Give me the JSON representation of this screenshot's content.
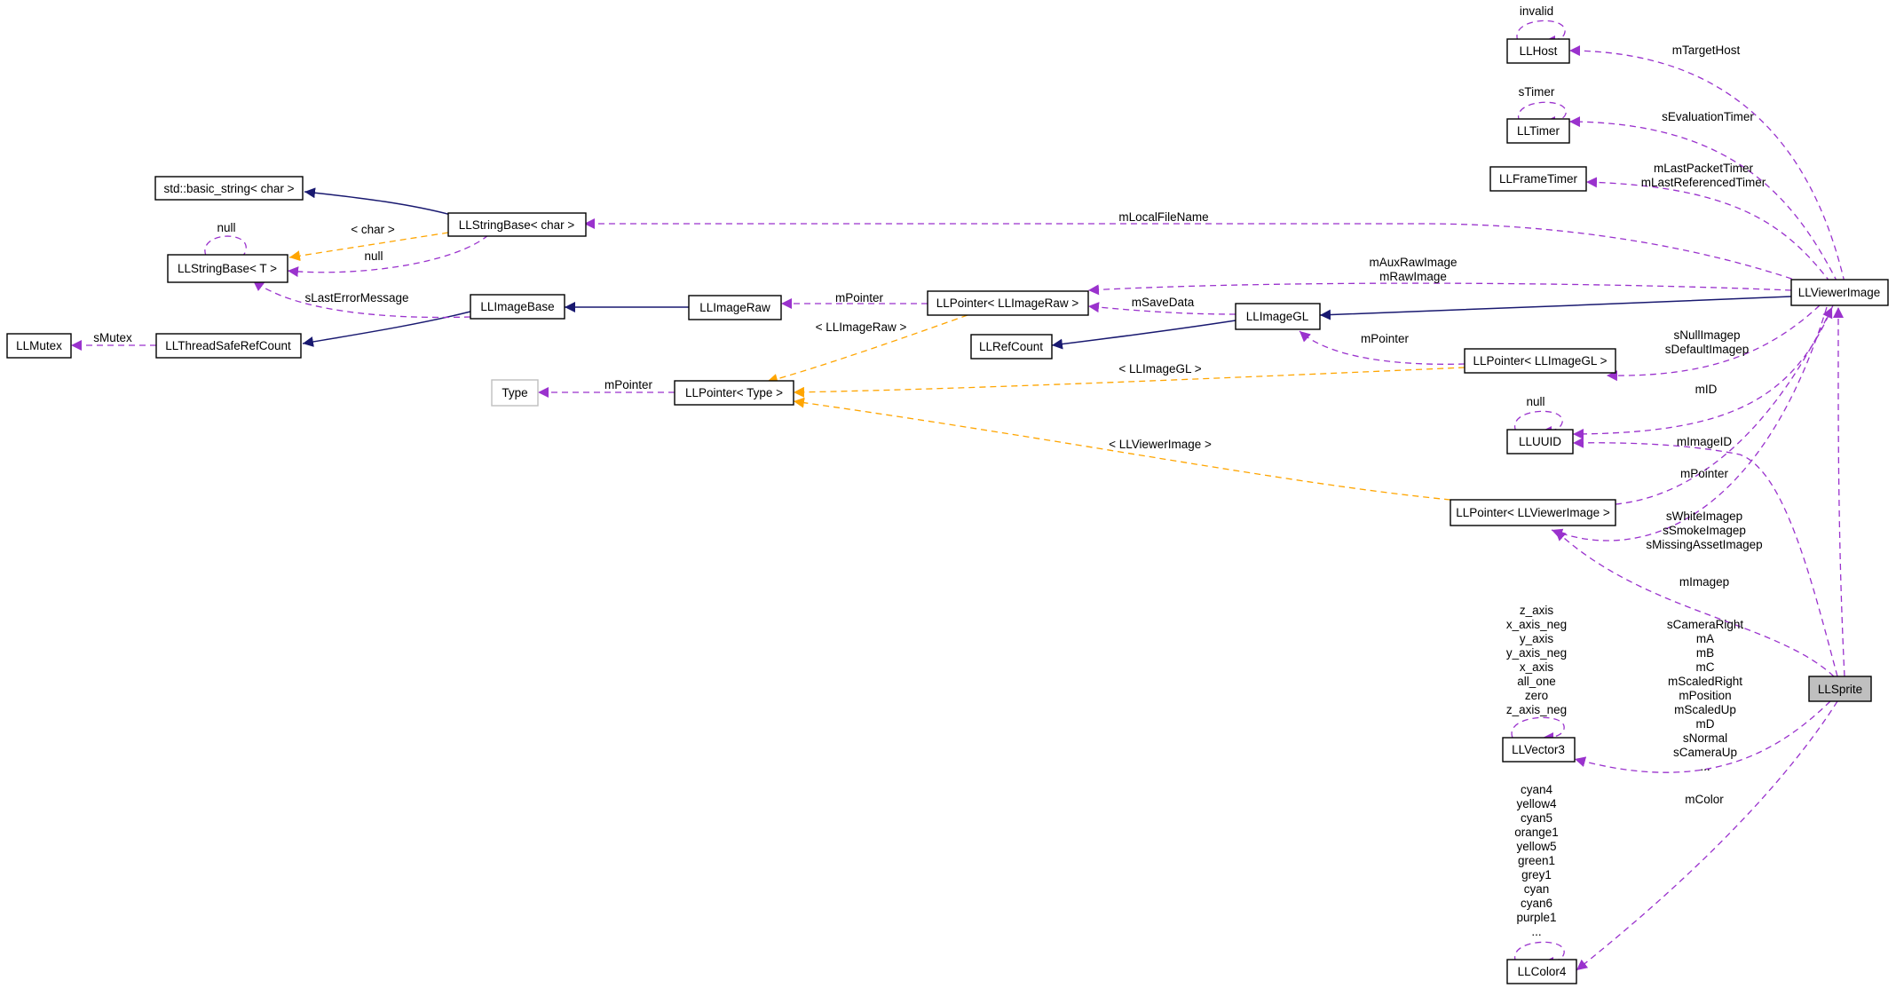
{
  "nodes": {
    "std_basic_string": "std::basic_string< char >",
    "llstringbase_char": "LLStringBase< char >",
    "llstringbase_t": "LLStringBase< T >",
    "llmutex": "LLMutex",
    "llthreadsaferefcount": "LLThreadSafeRefCount",
    "llimagebase": "LLImageBase",
    "llimageraw": "LLImageRaw",
    "llpointer_llimageraw": "LLPointer< LLImageRaw >",
    "llimagegl": "LLImageGL",
    "llrefcount": "LLRefCount",
    "type": "Type",
    "llpointer_type": "LLPointer< Type >",
    "llhost": "LLHost",
    "lltimer": "LLTimer",
    "llframetimer": "LLFrameTimer",
    "llviewerimage": "LLViewerImage",
    "llpointer_llimagegl": "LLPointer< LLImageGL >",
    "lluuid": "LLUUID",
    "llpointer_llviewerimage": "LLPointer< LLViewerImage >",
    "llsprite": "LLSprite",
    "llvector3": "LLVector3",
    "llcolor4": "LLColor4"
  },
  "edge_labels": {
    "string_null_top": "null",
    "string_char": "< char >",
    "string_null_bottom": "null",
    "s_last_error_message": "sLastErrorMessage",
    "s_mutex": "sMutex",
    "m_pointer_raw": "mPointer",
    "m_pointer_type": "mPointer",
    "llimageraw_tmpl": "< LLImageRaw >",
    "llimagegl_tmpl": "< LLImageGL >",
    "llviewerimage_tmpl": "< LLViewerImage >",
    "m_save_data": "mSaveData",
    "m_pointer_gl": "mPointer",
    "m_aux_raw_image": [
      "mAuxRawImage",
      "mRawImage"
    ],
    "m_local_file_name": "mLocalFileName",
    "host_invalid": "invalid",
    "m_target_host": "mTargetHost",
    "timer_s_timer": "sTimer",
    "s_evaluation_timer": "sEvaluationTimer",
    "frame_timers": [
      "mLastPacketTimer",
      "mLastReferencedTimer"
    ],
    "null_images": [
      "sNullImagep",
      "sDefaultImagep"
    ],
    "uuid_null": "null",
    "m_id": "mID",
    "m_image_id": "mImageID",
    "m_pointer_viewer": "mPointer",
    "static_images": [
      "sWhiteImagep",
      "sSmokeImagep",
      "sMissingAssetImagep"
    ],
    "m_imagep": "mImagep",
    "vector3_statics": [
      "z_axis",
      "x_axis_neg",
      "y_axis",
      "y_axis_neg",
      "x_axis",
      "all_one",
      "zero",
      "z_axis_neg"
    ],
    "sprite_vectors": [
      "sCameraRight",
      "mA",
      "mB",
      "mC",
      "mScaledRight",
      "mPosition",
      "mScaledUp",
      "mD",
      "sNormal",
      "sCameraUp",
      "..."
    ],
    "color4_statics": [
      "cyan4",
      "yellow4",
      "cyan5",
      "orange1",
      "yellow5",
      "green1",
      "grey1",
      "cyan",
      "cyan6",
      "purple1",
      "..."
    ],
    "m_color": "mColor"
  },
  "colors": {
    "inheritance": "#191970",
    "usage": "#9a32cd",
    "template": "#ffa500",
    "focus_fill": "#bfbfbf",
    "ghost_border": "#bfbfbf"
  }
}
